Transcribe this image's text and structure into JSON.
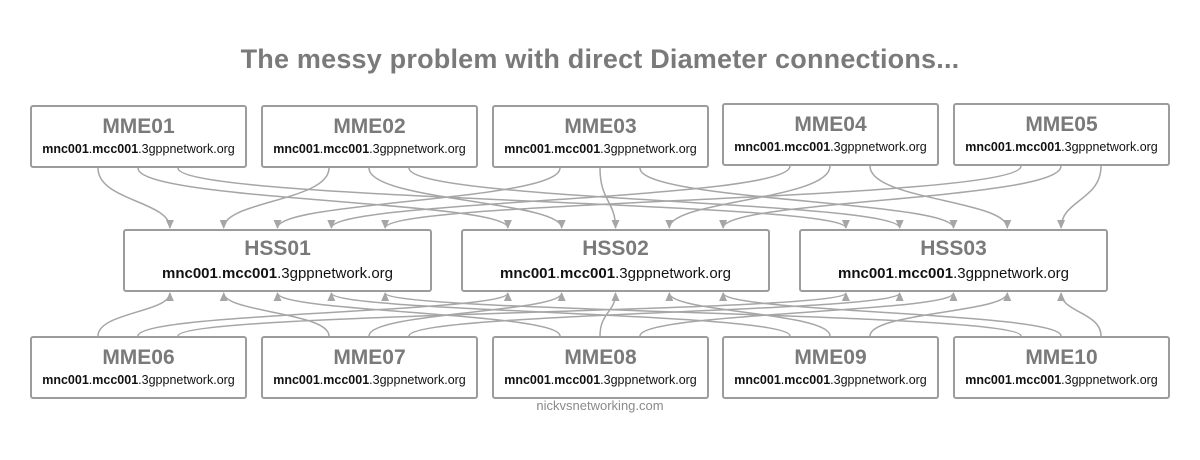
{
  "title": "The messy problem with direct Diameter connections...",
  "footer": "nickvsnetworking.com",
  "colors": {
    "border": "#9c9c9c",
    "name": "#7a7a7a",
    "wire": "#a6a6a6"
  },
  "realm": {
    "part1": "mnc001",
    "sep1": ".",
    "part2": "mcc001",
    "sep2": ".",
    "part3": "3gppnetwork.org"
  },
  "mme_top": [
    {
      "id": "mme01",
      "name": "MME01"
    },
    {
      "id": "mme02",
      "name": "MME02"
    },
    {
      "id": "mme03",
      "name": "MME03"
    },
    {
      "id": "mme04",
      "name": "MME04"
    },
    {
      "id": "mme05",
      "name": "MME05"
    }
  ],
  "hss": [
    {
      "id": "hss01",
      "name": "HSS01"
    },
    {
      "id": "hss02",
      "name": "HSS02"
    },
    {
      "id": "hss03",
      "name": "HSS03"
    }
  ],
  "mme_bottom": [
    {
      "id": "mme06",
      "name": "MME06"
    },
    {
      "id": "mme07",
      "name": "MME07"
    },
    {
      "id": "mme08",
      "name": "MME08"
    },
    {
      "id": "mme09",
      "name": "MME09"
    },
    {
      "id": "mme10",
      "name": "MME10"
    }
  ],
  "connections": "each MME connects to each HSS"
}
